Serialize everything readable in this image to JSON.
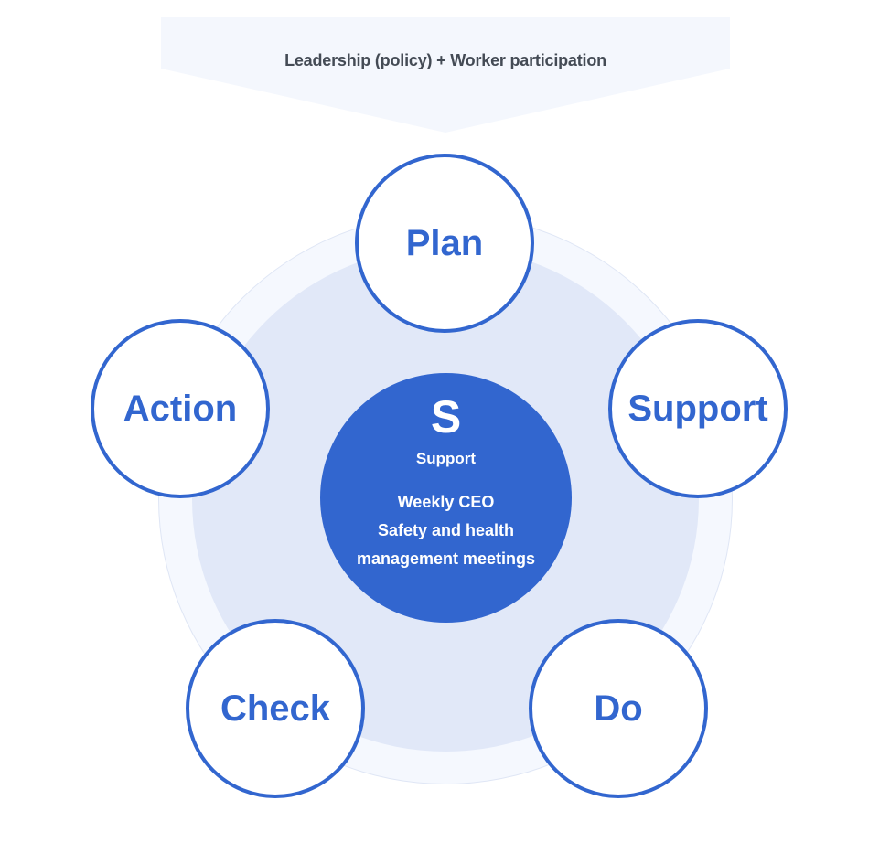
{
  "banner": {
    "text": "Leadership (policy) + Worker participation"
  },
  "center": {
    "icon_letter": "S",
    "title": "Support",
    "lines": [
      "Weekly CEO",
      "Safety and health",
      "management meetings"
    ]
  },
  "nodes": {
    "plan": "Plan",
    "support": "Support",
    "do": "Do",
    "check": "Check",
    "action": "Action"
  },
  "colors": {
    "accent": "#3266cf",
    "banner_bg": "#f4f7fd",
    "outer_ring": "#f5f8fe",
    "inner_ring": "#e1e8f8",
    "banner_text": "#444b55"
  }
}
